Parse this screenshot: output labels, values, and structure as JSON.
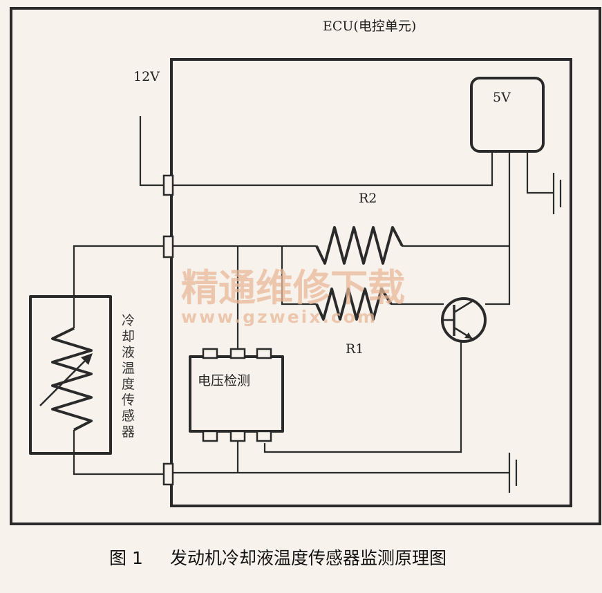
{
  "labels": {
    "ecu": "ECU(电控单元)",
    "v12": "12V",
    "v5": "5V",
    "r2": "R2",
    "r1": "R1",
    "voltage_detect": "电压检测",
    "sensor_chars": [
      "冷",
      "却",
      "液",
      "温",
      "度",
      "传",
      "感",
      "器"
    ]
  },
  "watermark": {
    "main": "精通维修下载",
    "url": "www.gzweix.com"
  },
  "caption": {
    "figure_no": "图 1",
    "title": "发动机冷却液温度传感器监测原理图"
  }
}
